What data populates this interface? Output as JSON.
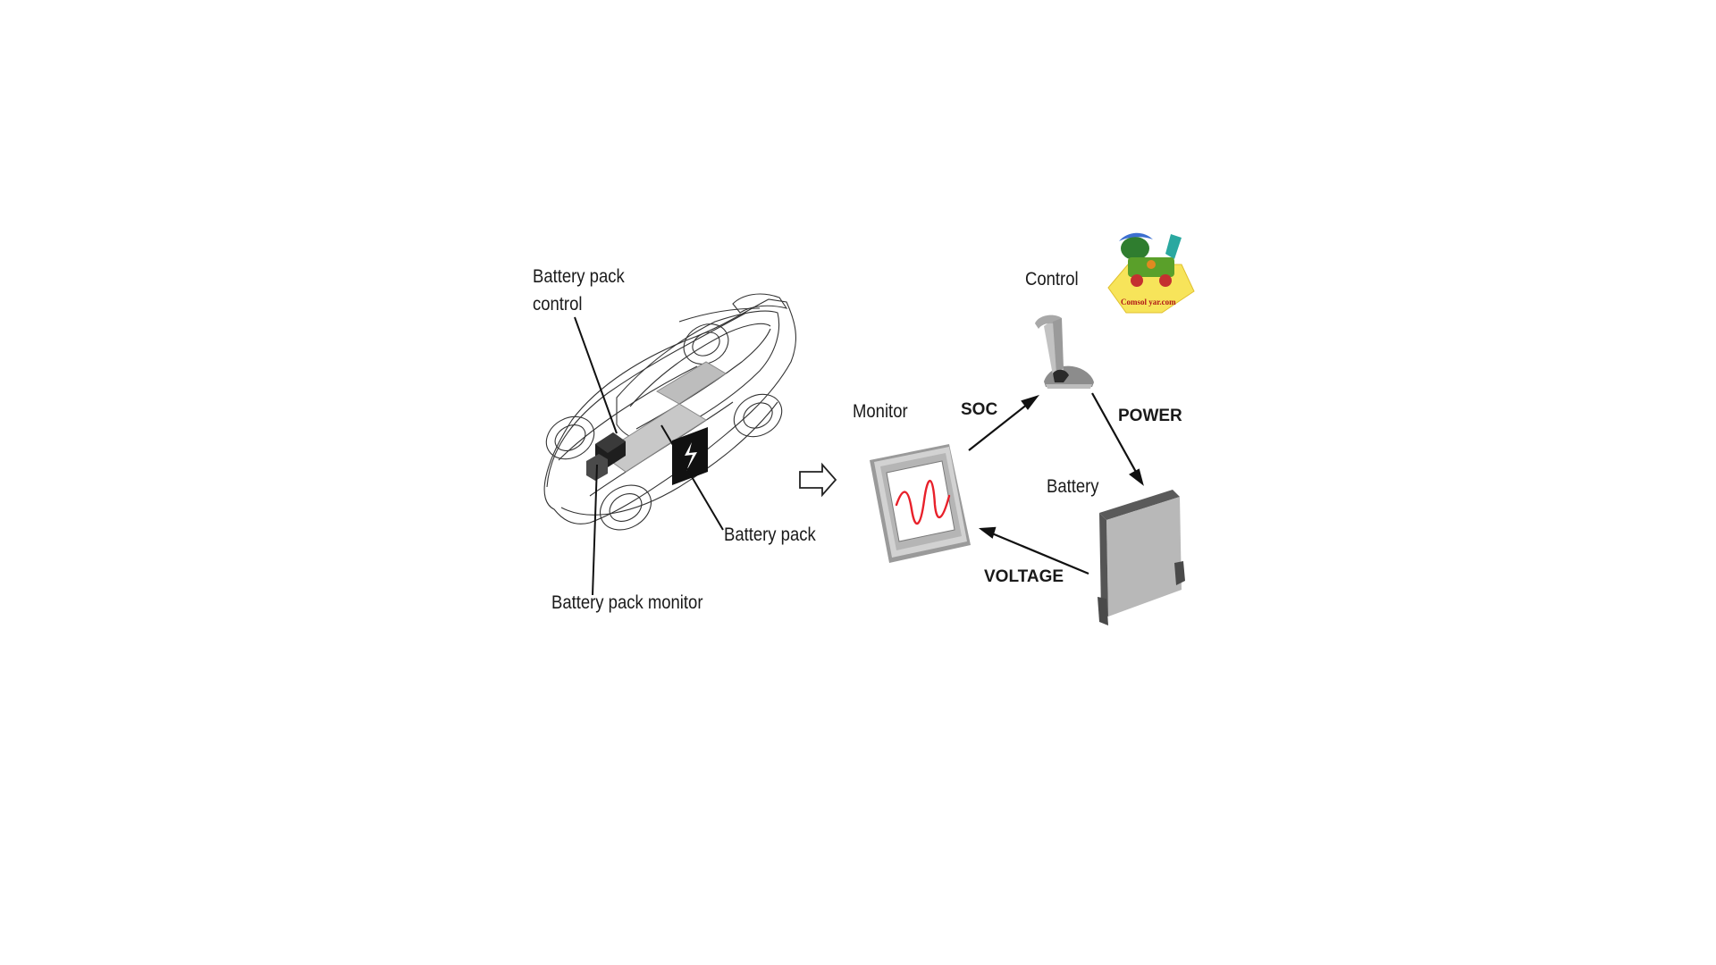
{
  "car": {
    "battery_pack_control_label": "Battery pack control",
    "battery_pack_label": "Battery pack",
    "battery_pack_monitor_label": "Battery pack monitor"
  },
  "loop": {
    "control_label": "Control",
    "monitor_label": "Monitor",
    "battery_label": "Battery",
    "soc_label": "SOC",
    "power_label": "POWER",
    "voltage_label": "VOLTAGE"
  },
  "logo": {
    "text": "Comsol yar.com"
  },
  "colors": {
    "signal": "#e8202a",
    "ink": "#1a1a1a",
    "logo_yellow": "#f7e45a"
  }
}
